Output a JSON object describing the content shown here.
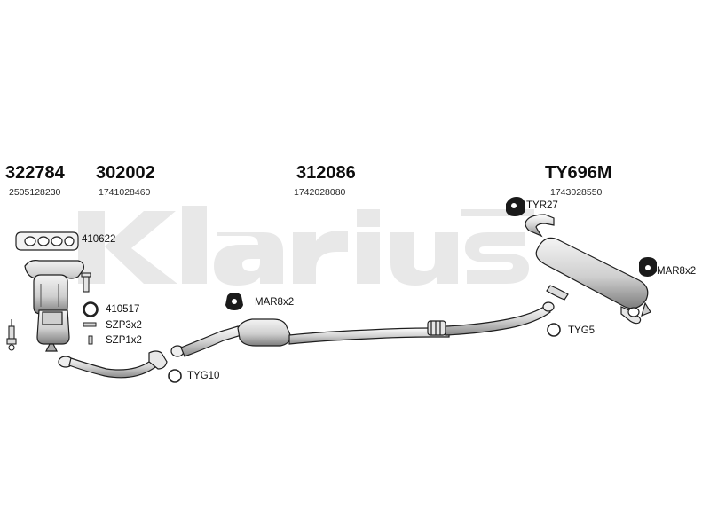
{
  "watermark": {
    "text": "Klarius"
  },
  "groups": [
    {
      "part_number": "322784",
      "oe_number": "2505128230"
    },
    {
      "part_number": "302002",
      "oe_number": "1741028460"
    },
    {
      "part_number": "312086",
      "oe_number": "1742028080"
    },
    {
      "part_number": "TY696M",
      "oe_number": "1743028550"
    }
  ],
  "labels": {
    "gasket_top": "410622",
    "ring_gasket": "410517",
    "spring_pair": "SZP3x2",
    "spring_pair_small": "SZP1x2",
    "mount_mid": "MAR8x2",
    "mount_rear": "MAR8x2",
    "hanger_rear": "TYR27",
    "ring_front": "TYG10",
    "ring_rear": "TYG5"
  }
}
